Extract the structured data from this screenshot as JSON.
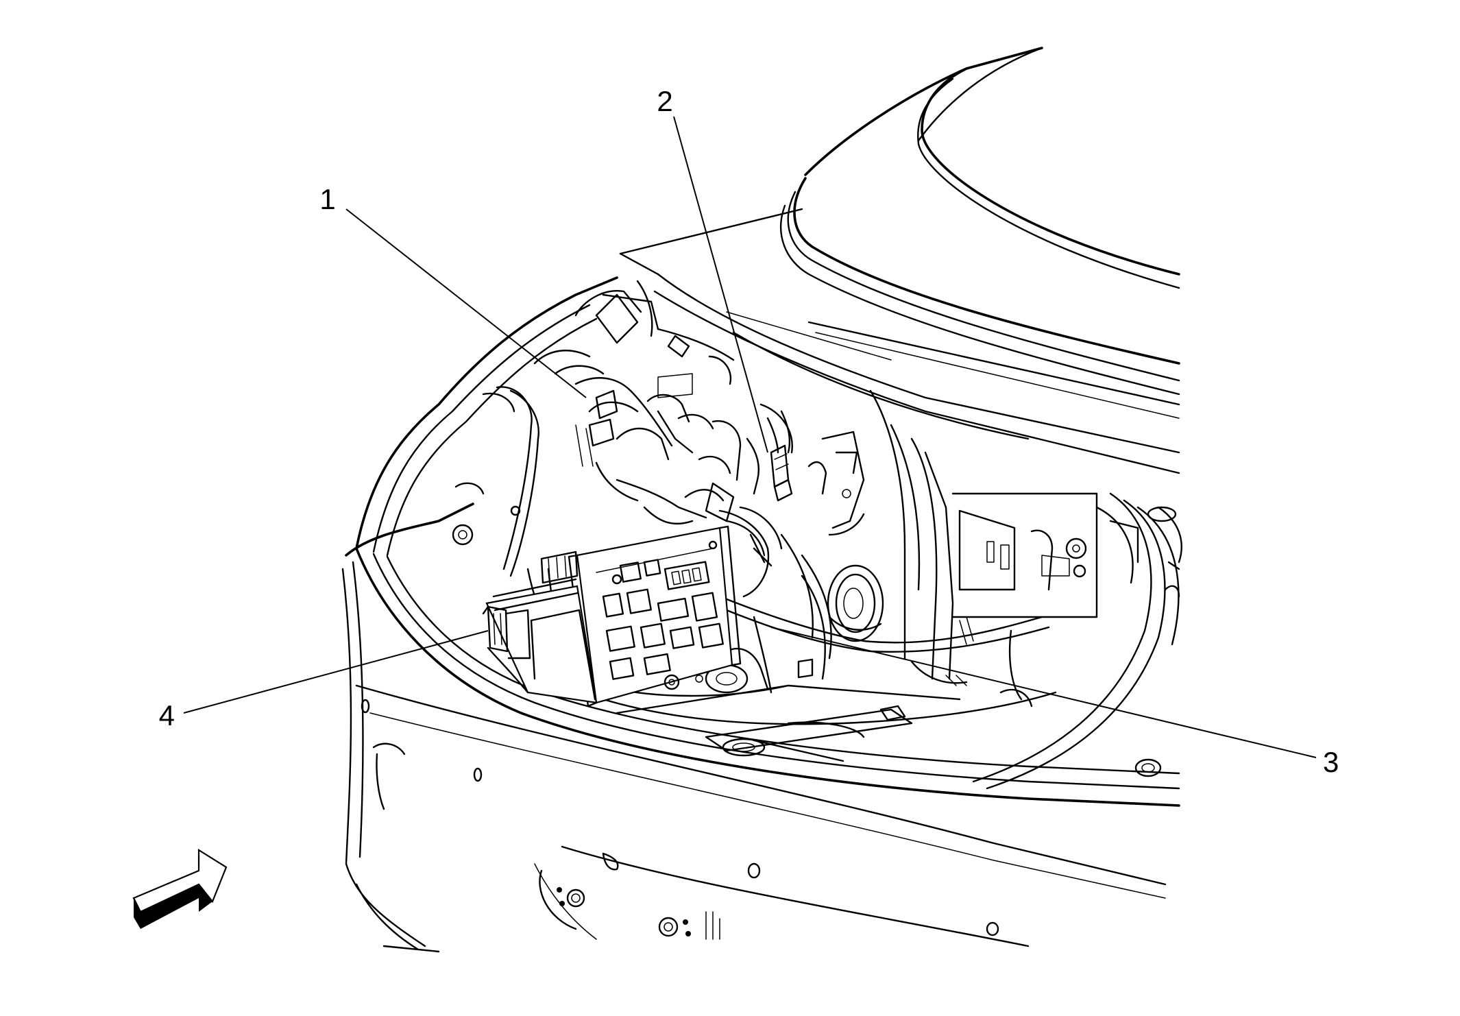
{
  "callouts": [
    {
      "id": "1",
      "label": "1"
    },
    {
      "id": "2",
      "label": "2"
    },
    {
      "id": "3",
      "label": "3"
    },
    {
      "id": "4",
      "label": "4"
    }
  ],
  "icons": {
    "view_direction": "view-direction-arrow-icon"
  },
  "colors": {
    "ink": "#000000",
    "background": "#ffffff"
  }
}
